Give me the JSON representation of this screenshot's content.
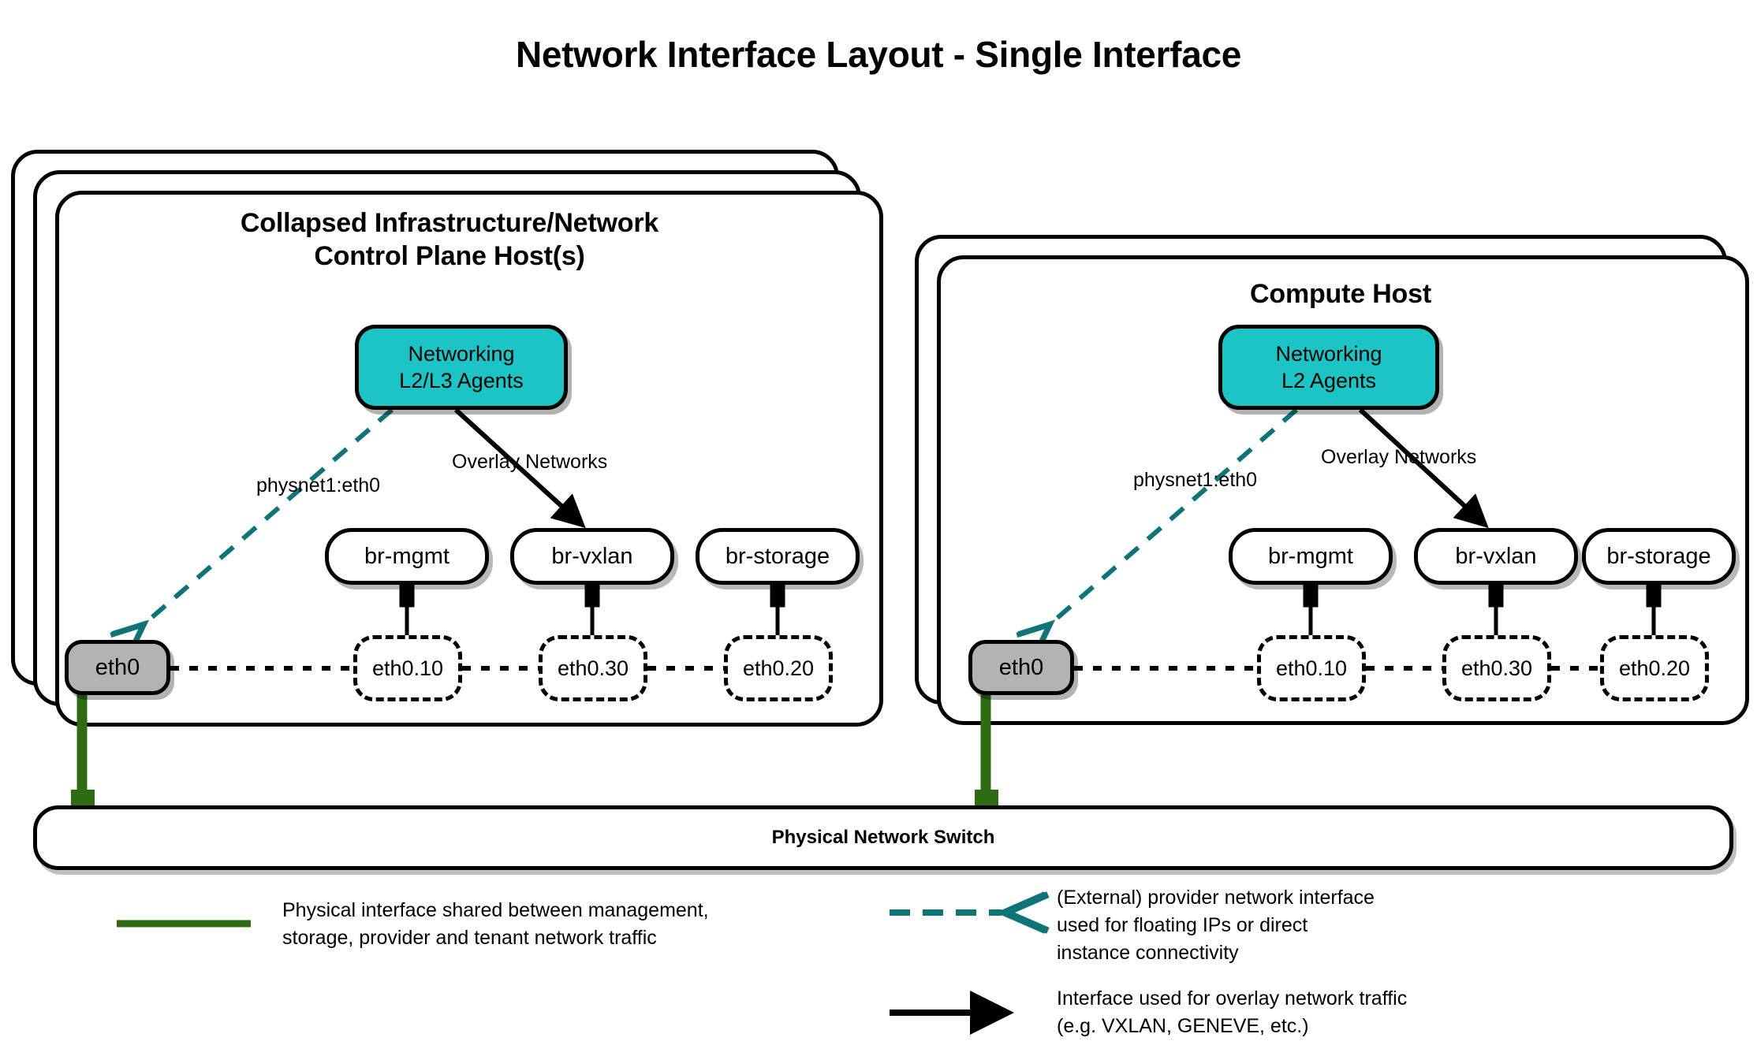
{
  "page": {
    "title": "Network Interface Layout - Single Interface"
  },
  "colors": {
    "agent_teal": "#1cc4c6",
    "provider_teal": "#0f7478",
    "physical_green": "#2e6b13",
    "nic_gray": "#b3b3b3",
    "outline": "#000000"
  },
  "hosts": [
    {
      "id": "control-plane",
      "title": "Collapsed Infrastructure/Network\nControl Plane Host(s)",
      "title_line1": "Collapsed Infrastructure/Network",
      "title_line2": "Control Plane Host(s)",
      "stack_count": 3,
      "agent": {
        "line1": "Networking",
        "line2": "L2/L3 Agents"
      },
      "provider_label": "physnet1:eth0",
      "overlay_label": "Overlay Networks",
      "nic": "eth0",
      "bridges": [
        "br-mgmt",
        "br-vxlan",
        "br-storage"
      ],
      "vlans": [
        "eth0.10",
        "eth0.30",
        "eth0.20"
      ]
    },
    {
      "id": "compute",
      "title": "Compute Host",
      "title_line1": "Compute Host",
      "title_line2": "",
      "stack_count": 2,
      "agent": {
        "line1": "Networking",
        "line2": "L2 Agents"
      },
      "provider_label": "physnet1:eth0",
      "overlay_label": "Overlay Networks",
      "nic": "eth0",
      "bridges": [
        "br-mgmt",
        "br-vxlan",
        "br-storage"
      ],
      "vlans": [
        "eth0.10",
        "eth0.30",
        "eth0.20"
      ]
    }
  ],
  "switch": {
    "label": "Physical Network Switch"
  },
  "legend": [
    {
      "id": "physical-interface",
      "glyph": "solid-green-line",
      "text": "Physical interface shared between management,\nstorage, provider and tenant network traffic"
    },
    {
      "id": "provider-interface",
      "glyph": "teal-dashed-double-arrow",
      "text": "(External) provider network interface\nused for floating IPs or direct\ninstance connectivity"
    },
    {
      "id": "overlay-interface",
      "glyph": "black-solid-double-arrow",
      "text": "Interface used for overlay network traffic\n(e.g. VXLAN, GENEVE, etc.)"
    }
  ]
}
